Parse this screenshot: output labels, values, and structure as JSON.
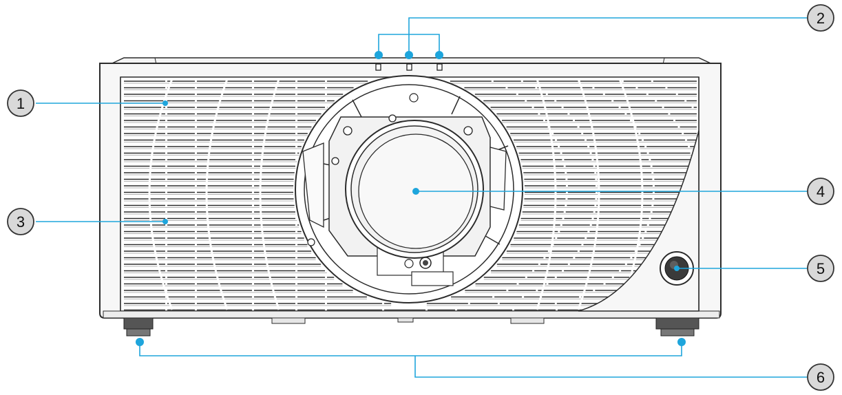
{
  "diagram": {
    "colors": {
      "leader": "#1ea5dc",
      "dot": "#1ea5dc",
      "badge_fill": "#d9d9d9",
      "badge_stroke": "#333333",
      "body_outline": "#2b2b2b",
      "grille": "#2e2e2e"
    },
    "callouts": [
      {
        "id": "c1",
        "label": "1"
      },
      {
        "id": "c2",
        "label": "2"
      },
      {
        "id": "c3",
        "label": "3"
      },
      {
        "id": "c4",
        "label": "4"
      },
      {
        "id": "c5",
        "label": "5"
      },
      {
        "id": "c6",
        "label": "6"
      }
    ]
  }
}
